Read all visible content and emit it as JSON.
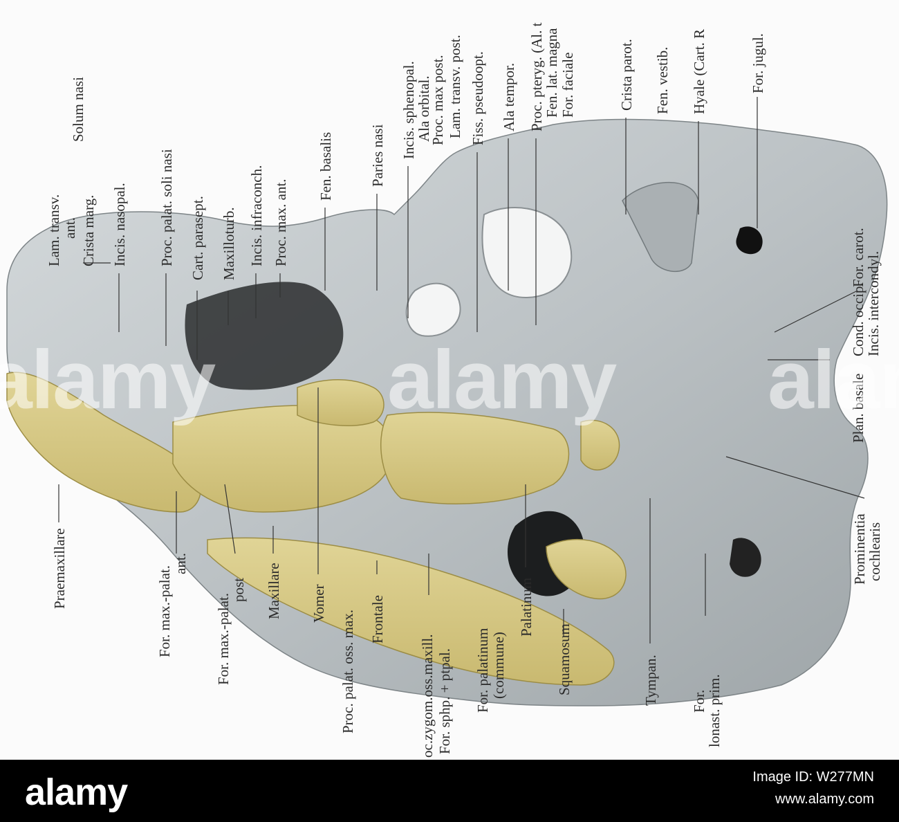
{
  "labels": {
    "lam_transv_ant": "Lam. transv.",
    "lam_transv_ant_2": "ant.",
    "solum_nasi": "Solum nasi",
    "crista_marg": "Crista marg.",
    "incis_nasopal": "Incis. nasopal.",
    "proc_palat_soli_nasi": "Proc. palat. soli nasi",
    "cart_parasept": "Cart. parasept.",
    "maxilloturb": "Maxilloturb.",
    "incis_infraconch": "Incis. infraconch.",
    "proc_max_ant": "Proc. max. ant.",
    "fen_basalis": "Fen. basalis",
    "paries_nasi": "Paries nasi",
    "incis_sphenopal": "Incis. sphenopal.",
    "ala_orbital": "Ala orbital.",
    "proc_max_post": "Proc. max post.",
    "lam_transv_post": "Lam. transv. post.",
    "fiss_pseudoopt": "Fiss. pseudoopt.",
    "ala_tempor": "Ala tempor.",
    "proc_pteryg": "Proc. pteryg. (Al. t",
    "fen_lat_magna": "Fen. lat. magna",
    "for_faciale": "For. faciale",
    "crista_parot": "Crista parot.",
    "fen_vestib": "Fen. vestib.",
    "hyale": "Hyale (Cart. R",
    "for_jugul": "For. jugul.",
    "for_carot": "For. carot.",
    "cond_occip": "Cond. occip.",
    "incis_intercondyl": "Incis. intercondyl.",
    "plan_basale": "Plan. basale",
    "prominentia": "Prominentia",
    "cochlearis": "cochlearis",
    "praemaxillare": "Praemaxillare",
    "for_max_palat_ant": "For. max.-palat.",
    "for_max_palat_ant_2": "ant.",
    "for_max_palat_post": "For. max.-palat.",
    "for_max_palat_post_2": "post",
    "maxillare": "Maxillare",
    "vomer": "Vomer",
    "proc_palat_oss_max": "Proc. palat. oss. max.",
    "frontale": "Frontale",
    "proc_zygom": "oc.zygom.oss.maxill.",
    "for_sphp_ptpal": "For. sphp. + ptpal.",
    "for_palatinum": "For. palatinum",
    "commune": "(commune)",
    "palatinum": "Palatinum",
    "squamosum": "Squamosum",
    "tympan": "Tympan.",
    "for_2": "For.",
    "for_lonast_prim": "lonast. prim."
  },
  "watermarks": [
    "alamy",
    "alamy",
    "alamy"
  ],
  "footer": {
    "logo": "alamy",
    "image_id": "Image ID: W277MN",
    "url": "www.alamy.com"
  },
  "colors": {
    "cartilage": "#c3c8ca",
    "bone": "#d8cb84",
    "background": "#fbfbfb"
  }
}
